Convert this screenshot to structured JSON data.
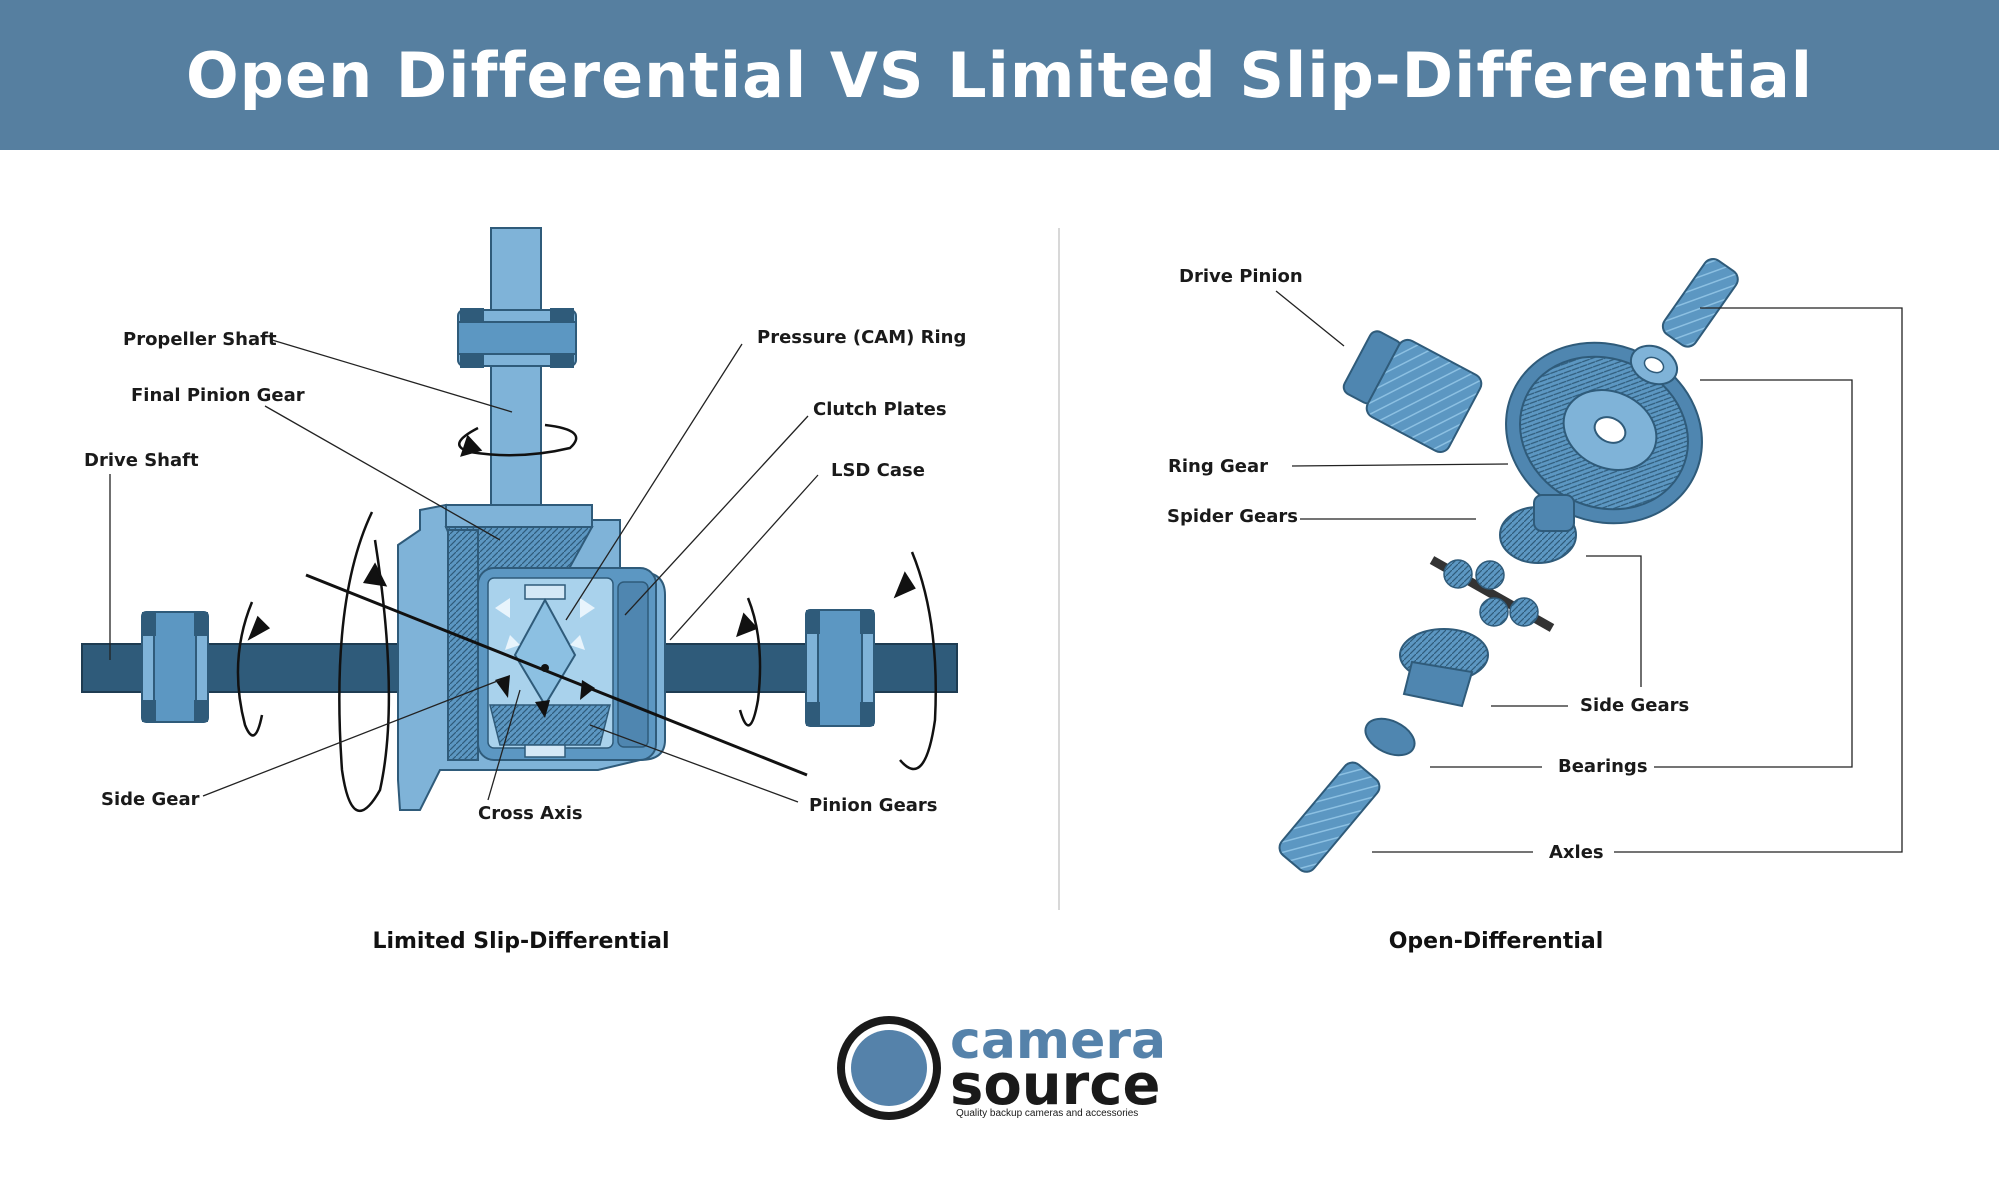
{
  "title": "Open Differential VS Limited Slip-Differential",
  "colors": {
    "header": "#567fa0",
    "part_light": "#7fb3d8",
    "part_mid": "#5c97c2",
    "part_dark": "#2f5b7a",
    "gear": "#4f8fb8",
    "divider": "#cccccc"
  },
  "lsd": {
    "caption": "Limited Slip-Differential",
    "labels": {
      "propeller_shaft": "Propeller Shaft",
      "final_pinion_gear": "Final Pinion Gear",
      "drive_shaft": "Drive Shaft",
      "pressure_ring": "Pressure (CAM) Ring",
      "clutch_plates": "Clutch Plates",
      "lsd_case": "LSD Case",
      "side_gear": "Side Gear",
      "cross_axis": "Cross Axis",
      "pinion_gears": "Pinion Gears"
    }
  },
  "open": {
    "caption": "Open-Differential",
    "labels": {
      "drive_pinion": "Drive Pinion",
      "ring_gear": "Ring Gear",
      "spider_gears": "Spider Gears",
      "side_gears": "Side Gears",
      "bearings": "Bearings",
      "axles": "Axles"
    }
  },
  "logo": {
    "word_top": "camera",
    "word_bottom": "source",
    "tagline": "Quality backup cameras and accessories",
    "icon": "camera-lens-icon"
  }
}
